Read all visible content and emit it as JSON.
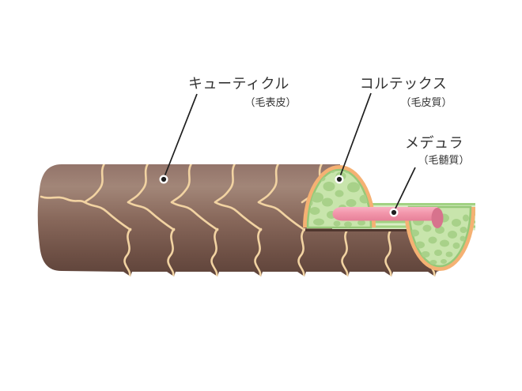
{
  "figure": {
    "subject": "hair shaft structure cutaway diagram"
  },
  "labels": {
    "cuticle": {
      "name": "キューティクル",
      "sub": "（毛表皮）"
    },
    "cortex": {
      "name": "コルテックス",
      "sub": "（毛皮質）"
    },
    "medulla": {
      "name": "メデュラ",
      "sub": "（毛髄質）"
    }
  },
  "colors": {
    "background": "#ffffff",
    "hair_brown": "#8A6A5D",
    "hair_brown_light": "#A28678",
    "hair_brown_dark": "#5E433A",
    "scale_line_tan": "#F2D3A2",
    "rim_orange": "#F5B173",
    "cortex_base_green": "#C8E5AC",
    "cortex_cell_green": "#A8D189",
    "cortex_edge_green": "#96C878",
    "stripe_light_green": "#D9EEC5",
    "stripe_dark_green": "#A2D283",
    "medulla_pink": "#F295AA",
    "medulla_pink_dark": "#D7738D",
    "shadow_brown": "#4F362E",
    "line_black": "#1E1E1E",
    "text_color": "#333333"
  }
}
